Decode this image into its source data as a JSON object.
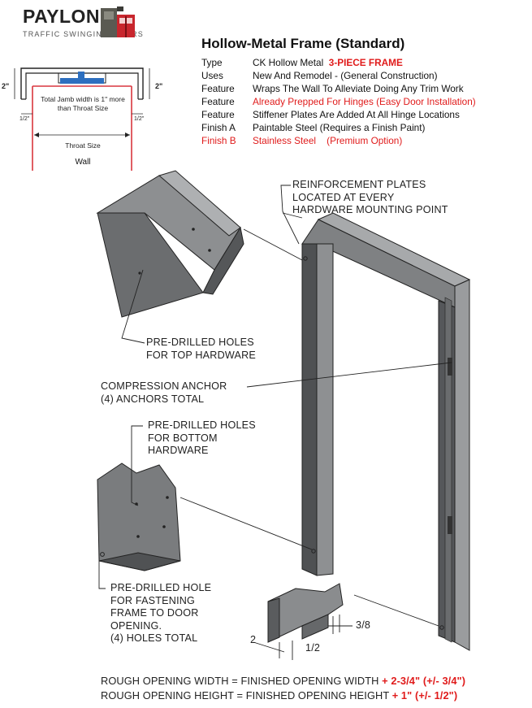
{
  "logo": {
    "word": "PAYLON",
    "tagline": "TRAFFIC SWINGING DOORS"
  },
  "title": "Hollow-Metal Frame (Standard)",
  "specs": [
    {
      "label": "Type",
      "value": "CK Hollow Metal",
      "extra": "3-PIECE FRAME"
    },
    {
      "label": "Uses",
      "value": "New And Remodel - (General Construction)"
    },
    {
      "label": "Feature",
      "value": "Wraps The Wall To Alleviate Doing Any Trim Work"
    },
    {
      "label": "Feature",
      "value": "Already Prepped For Hinges (Easy Door Installation)"
    },
    {
      "label": "Feature",
      "value": "Stiffener Plates Are Added At All Hinge Locations"
    },
    {
      "label": "Finish A",
      "value": "Paintable Steel (Requires a Finish Paint)"
    },
    {
      "label": "Finish B",
      "value": "Stainless Steel",
      "extra": "(Premium Option)"
    }
  ],
  "section_diagram": {
    "dim_left": "2\"",
    "dim_right": "2\"",
    "jamb_note_1": "Total Jamb width is 1\" more",
    "jamb_note_2": "than Throat Size",
    "half_left": "1/2\"",
    "half_right": "1/2\"",
    "throat": "Throat Size",
    "wall": "Wall"
  },
  "callouts": {
    "reinforcement": [
      "REINFORCEMENT PLATES",
      "LOCATED AT EVERY",
      "HARDWARE MOUNTING POINT"
    ],
    "top_holes": [
      "PRE-DRILLED HOLES",
      "FOR TOP HARDWARE"
    ],
    "anchor": [
      "COMPRESSION ANCHOR",
      "(4) ANCHORS TOTAL"
    ],
    "bottom_holes": [
      "PRE-DRILLED HOLES",
      "FOR BOTTOM",
      "HARDWARE"
    ],
    "fasten": [
      "PRE-DRILLED HOLE",
      "FOR FASTENING",
      "FRAME TO DOOR",
      "OPENING.",
      "(4) HOLES TOTAL"
    ],
    "dim_2": "2",
    "dim_half": "1/2",
    "dim_3_8": "3/8"
  },
  "formulas": [
    {
      "text": "ROUGH OPENING WIDTH = FINISHED OPENING WIDTH",
      "add": "+ 2-3/4\"",
      "tol": "(+/- 3/4\")"
    },
    {
      "text": "ROUGH OPENING HEIGHT = FINISHED OPENING HEIGHT",
      "add": "+ 1\"",
      "tol": "(+/- 1/2\")"
    }
  ],
  "colors": {
    "accent_red": "#e01b1b",
    "metal": "#6e7072",
    "metal_dark": "#3d3f41",
    "diagram_blue": "#2d6fbf",
    "wall_red": "#d9363e"
  }
}
